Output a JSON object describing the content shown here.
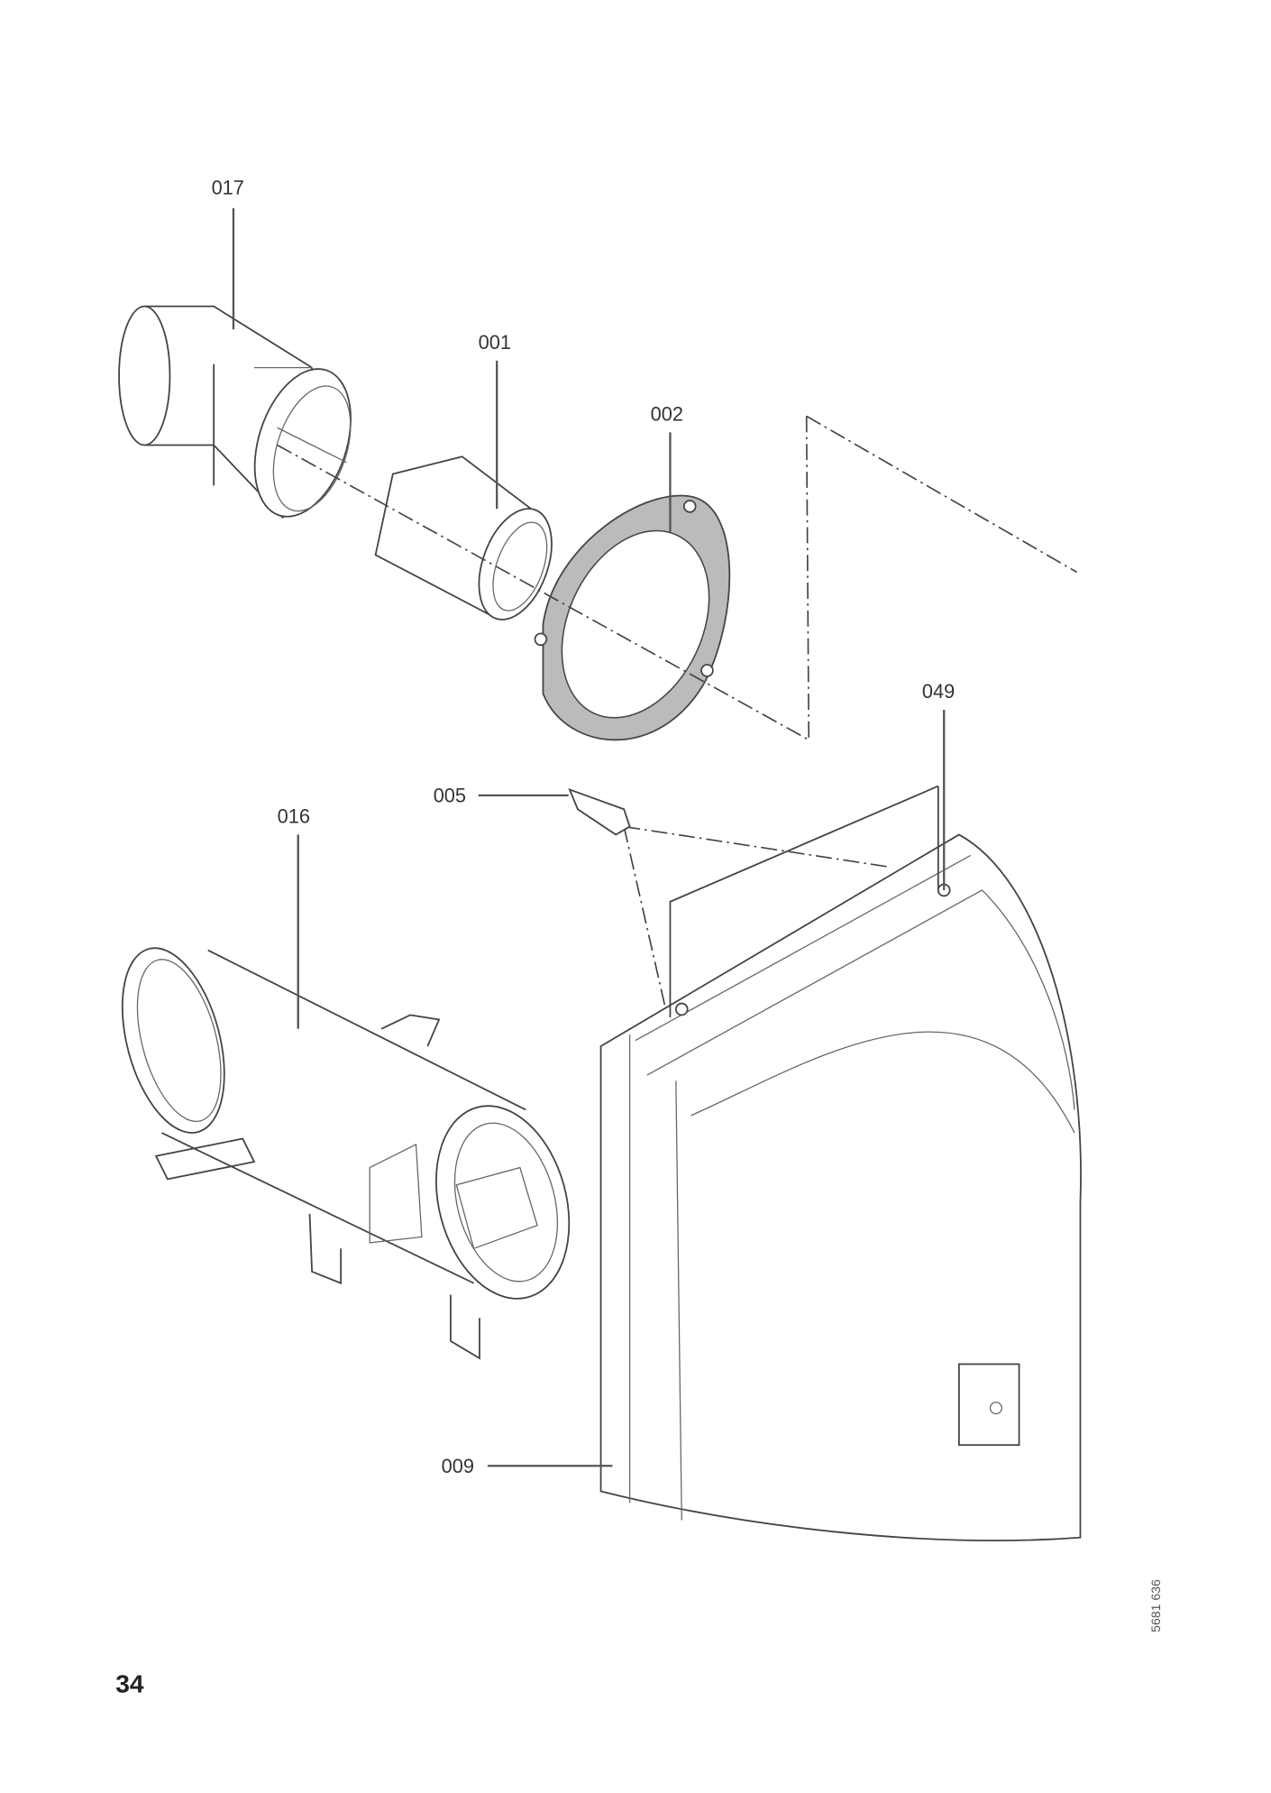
{
  "parts": {
    "p017": "017",
    "p001": "001",
    "p002": "002",
    "p049": "049",
    "p005": "005",
    "p016": "016",
    "p009": "009"
  },
  "drawing_ref": "5681 636",
  "page_number": "34"
}
